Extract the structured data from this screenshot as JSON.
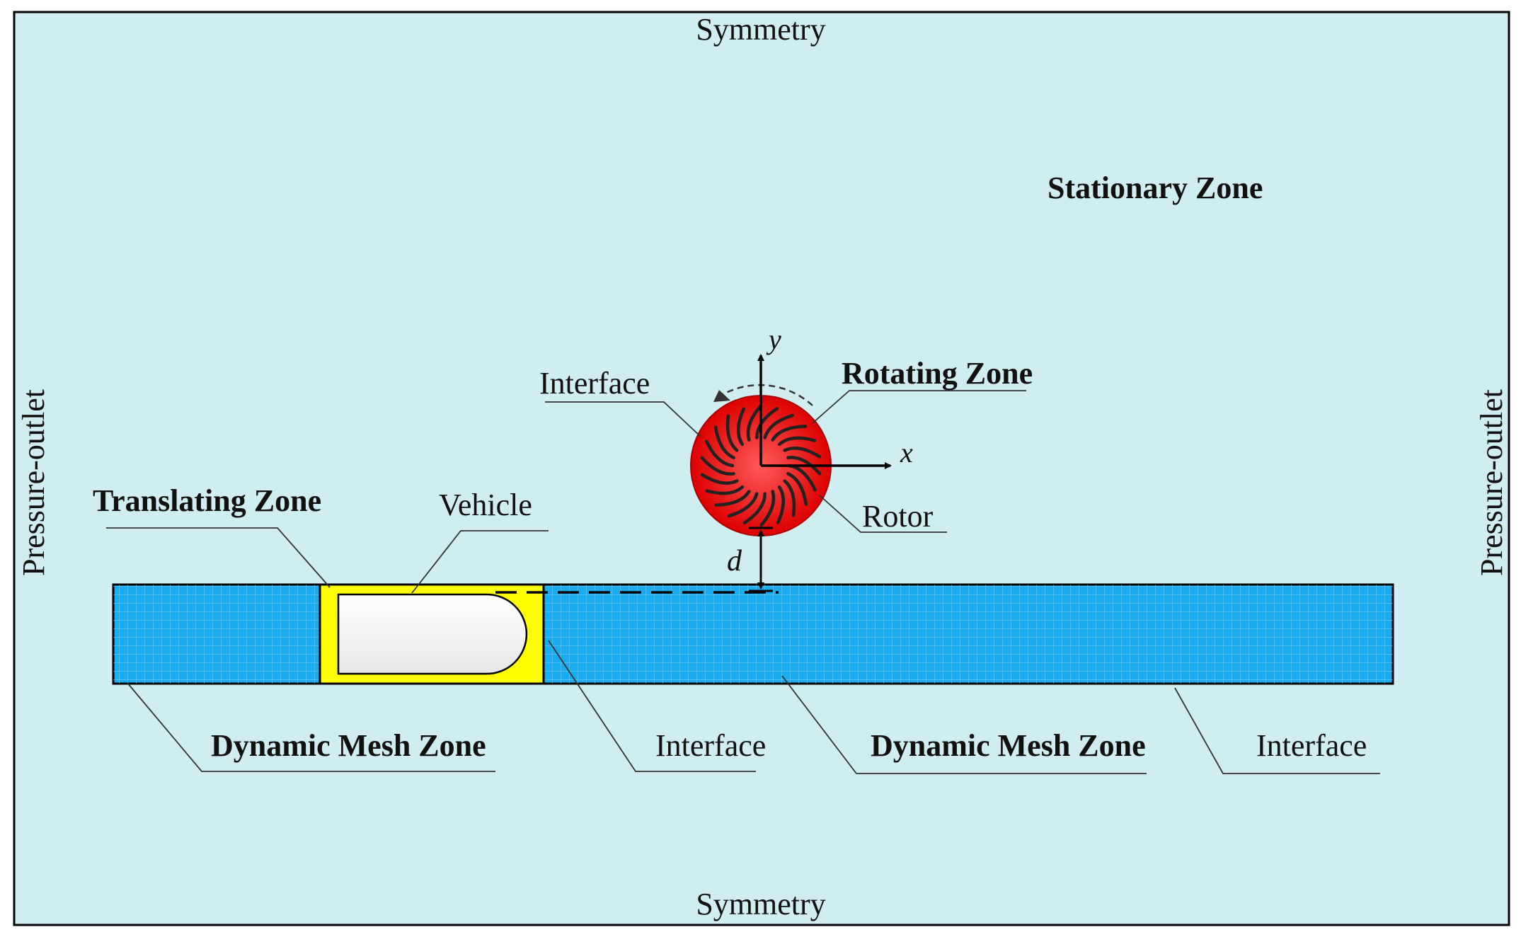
{
  "colors": {
    "domain_fill": "#d0edf2",
    "domain_border": "#000000",
    "mesh_strip": "#1aacf0",
    "translating_zone": "#ffff00",
    "vehicle": "#f3f3f3",
    "rotor_center": "#ff4a4a",
    "rotor_edge": "#dd0000",
    "blade": "#222222"
  },
  "labels": {
    "symmetry_top": "Symmetry",
    "symmetry_bottom": "Symmetry",
    "pressure_outlet_left": "Pressure-outlet",
    "pressure_outlet_right": "Pressure-outlet",
    "stationary_zone": "Stationary Zone",
    "rotating_zone": "Rotating Zone",
    "interface_rotor": "Interface",
    "rotor": "Rotor",
    "axis_x": "x",
    "axis_y": "y",
    "gap_d": "d",
    "translating_zone": "Translating Zone",
    "vehicle": "Vehicle",
    "dynamic_mesh_zone_left": "Dynamic Mesh Zone",
    "interface_translating": "Interface",
    "dynamic_mesh_zone_right": "Dynamic Mesh Zone",
    "interface_strip": "Interface"
  },
  "icons": {
    "rotation_direction": "counterclockwise-arrow-icon",
    "rotor_blades": "rotor-blades-icon"
  }
}
